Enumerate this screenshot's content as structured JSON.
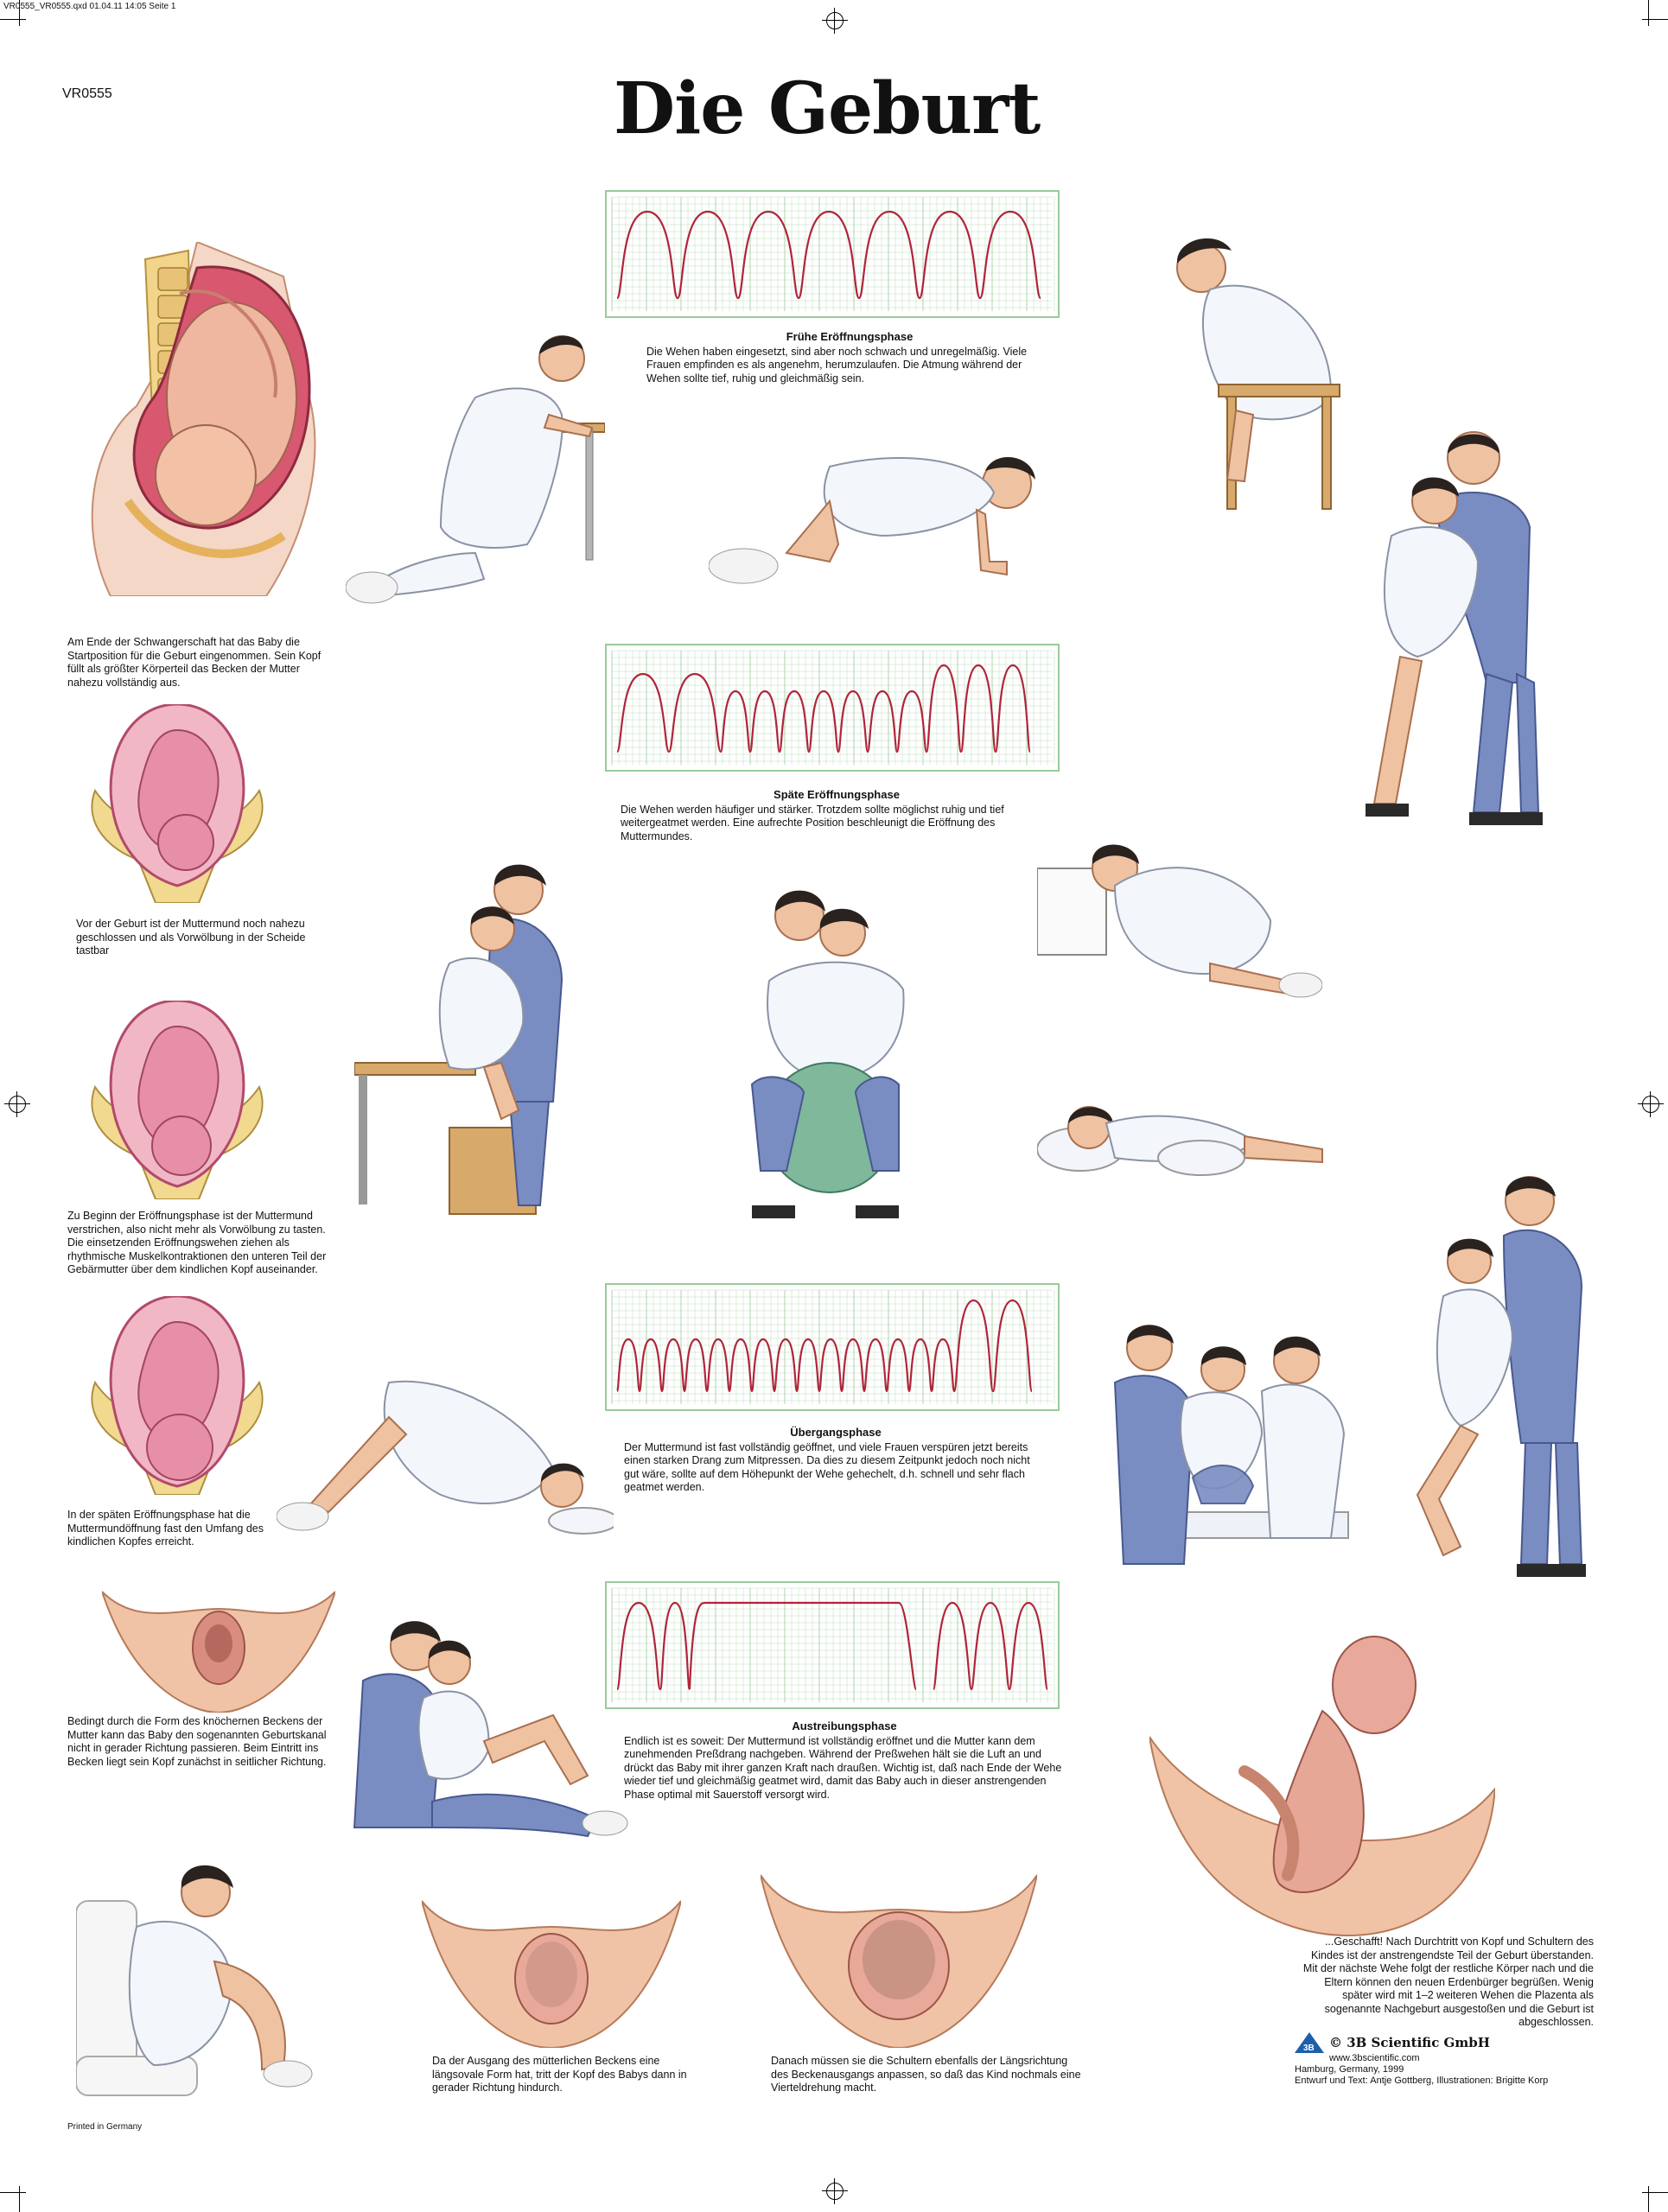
{
  "file_info": "VR0555_VR0555.qxd  01.04.11  14:05  Seite 1",
  "code": "VR0555",
  "title": "Die Geburt",
  "colors": {
    "trace": "#b0253a",
    "grid": "#9acb9a",
    "skin": "#efc2a2",
    "uterus": "#f1b7c5",
    "shirt": "#f3f6fb",
    "jeans": "#7a8dc2"
  },
  "phases": [
    {
      "title": "Frühe Eröffnungsphase",
      "text": "Die Wehen haben eingesetzt, sind aber noch schwach und unregelmäßig. Viele Frauen empfinden es als angenehm, herumzulaufen. Die Atmung während der Wehen sollte tief, ruhig und gleichmäßig sein."
    },
    {
      "title": "Späte Eröffnungsphase",
      "text": "Die Wehen werden häufiger und stärker. Trotzdem sollte möglichst ruhig und tief weitergeatmet werden. Eine aufrechte Position beschleunigt die Eröffnung des Muttermundes."
    },
    {
      "title": "Übergangsphase",
      "text": "Der Muttermund ist fast vollständig geöffnet, und viele Frauen verspüren jetzt bereits einen starken Drang zum Mitpressen. Da dies zu diesem Zeitpunkt jedoch noch nicht gut wäre, sollte auf dem Höhepunkt der Wehe gehechelt, d.h. schnell und sehr flach geatmet werden."
    },
    {
      "title": "Austreibungsphase",
      "text": "Endlich ist es soweit: Der Muttermund ist vollständig eröffnet und die Mutter kann dem zunehmenden Preßdrang nachgeben. Während der Preßwehen hält sie die Luft an und drückt das Baby mit ihrer ganzen Kraft nach draußen. Wichtig ist, daß nach Ende der Wehe wieder tief und gleichmäßig geatmet wird, damit das Baby auch in dieser anstrengenden Phase optimal mit Sauerstoff versorgt wird."
    }
  ],
  "captions": {
    "c1": "Am Ende der Schwangerschaft hat das Baby die Startposition für die Geburt eingenommen. Sein Kopf füllt als größter Körperteil das Becken der Mutter nahezu vollständig aus.",
    "c2": "Vor der Geburt ist der Muttermund noch nahezu geschlossen und als Vorwölbung in der Scheide tastbar",
    "c3": "Zu Beginn der Eröffnungsphase ist der Muttermund verstrichen, also nicht mehr als Vorwölbung zu tasten. Die einsetzenden Eröffnungswehen ziehen als rhythmische Muskelkontraktionen den unteren Teil der Gebärmutter über dem kindlichen Kopf auseinander.",
    "c4": "In der späten Eröffnungsphase hat die Muttermundöffnung fast den Umfang des kindlichen Kopfes erreicht.",
    "c5": "Bedingt durch die Form des knöchernen Beckens der Mutter kann das Baby den sogenannten Geburtskanal nicht in gerader Richtung passieren. Beim Eintritt ins Becken liegt sein Kopf zunächst in seitlicher Richtung.",
    "c6": "Da der Ausgang des mütterlichen Beckens eine längsovale Form hat, tritt der Kopf des Babys dann in gerader Richtung hindurch.",
    "c7": "Danach müssen sie die Schultern ebenfalls der Längsrichtung des Beckenausgangs anpassen, so daß das Kind nochmals eine Vierteldrehung macht.",
    "c8": "...Geschafft! Nach Durchtritt von Kopf und Schultern des Kindes ist der anstrengendste Teil der Geburt überstanden. Mit der nächste Wehe folgt der restliche Körper nach und die Eltern können den neuen Erdenbürger begrüßen. Wenig später wird mit 1–2 weiteren Wehen die Plazenta als sogenannte Nachgeburt ausgestoßen und die Geburt ist abgeschlossen."
  },
  "footer": {
    "printed": "Printed in Germany",
    "company": "© 3B Scientific GmbH",
    "url": "www.3bscientific.com",
    "place": "Hamburg, Germany, 1999",
    "credits": "Entwurf und Text: Antje Gottberg, Illustrationen: Brigitte Korp"
  }
}
